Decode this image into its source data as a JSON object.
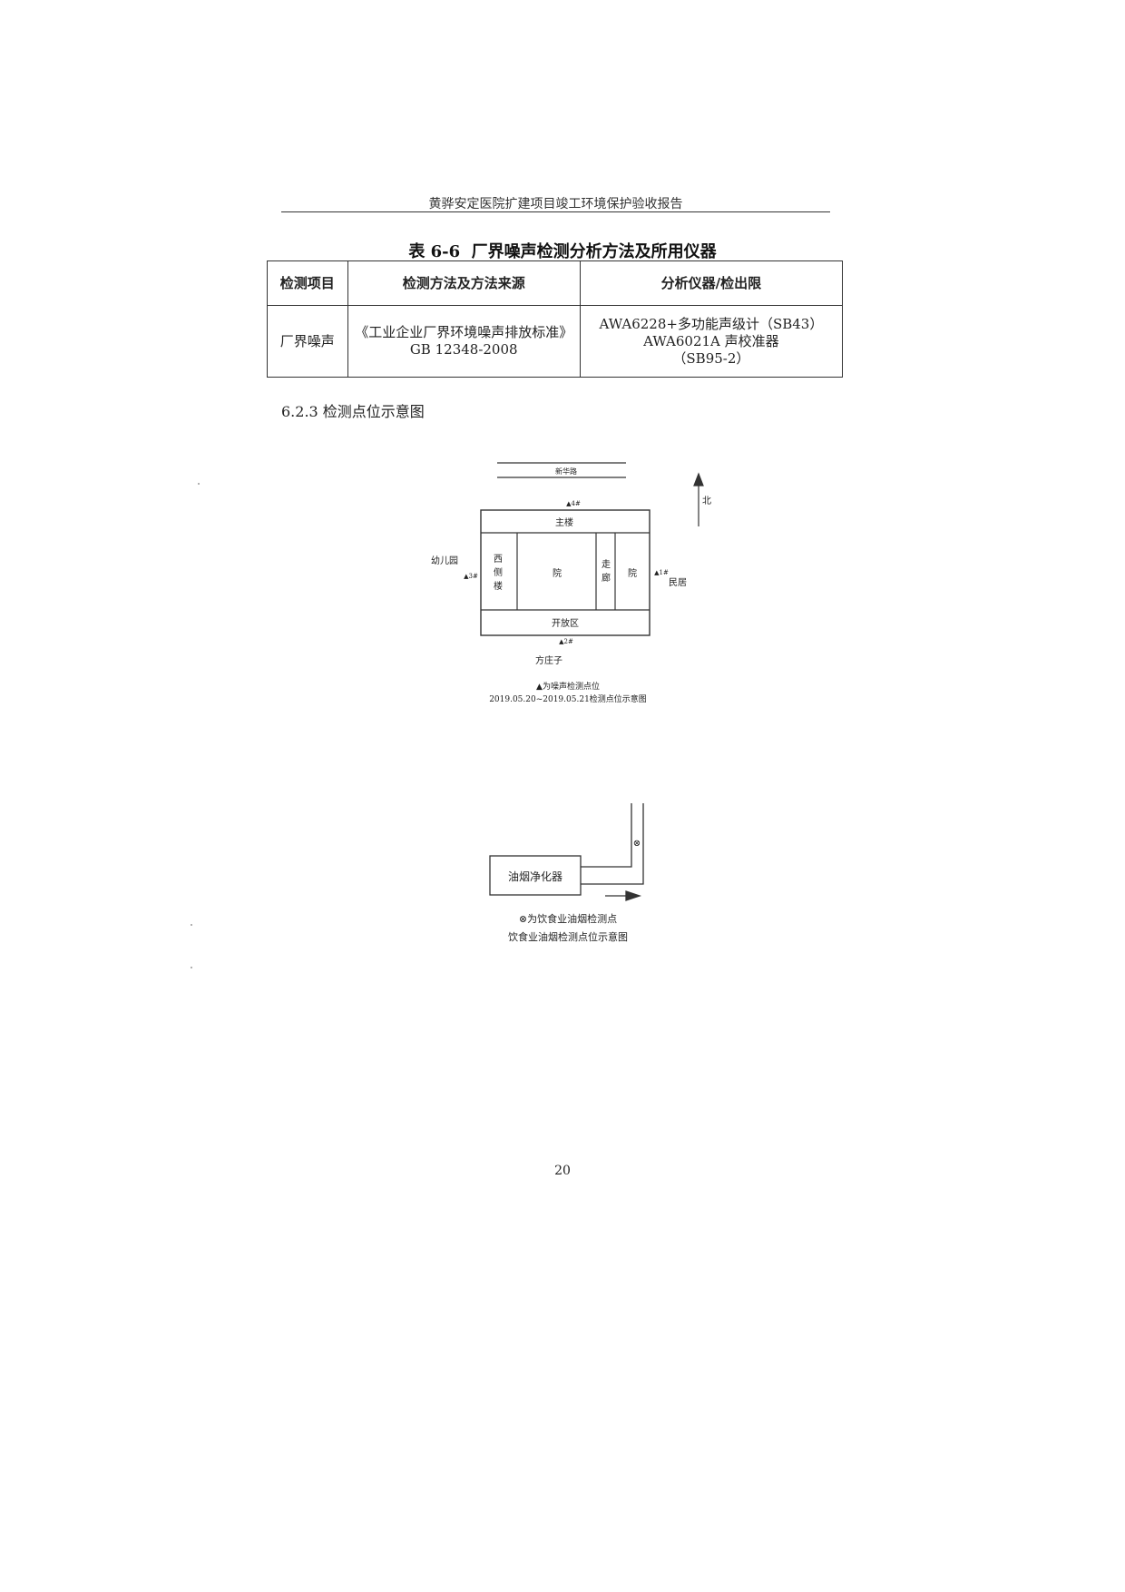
{
  "header": {
    "title": "黄骅安定医院扩建项目竣工环境保护验收报告"
  },
  "table": {
    "caption_num": "表 6-6",
    "caption_text": "厂界噪声检测分析方法及所用仪器",
    "headers": [
      "检测项目",
      "检测方法及方法来源",
      "分析仪器/检出限"
    ],
    "rows": [
      {
        "item": "厂界噪声",
        "method_line1": "《工业企业厂界环境噪声排放标准》",
        "method_line2": "GB 12348-2008",
        "instrument_line1": "AWA6228+多功能声级计（SB43）",
        "instrument_line2": "AWA6021A 声校准器",
        "instrument_line3": "（SB95-2）"
      }
    ]
  },
  "section": {
    "heading": "6.2.3 检测点位示意图"
  },
  "noise_map": {
    "road": "新华路",
    "north": "北",
    "main_building": "主楼",
    "west_building": [
      "西",
      "侧",
      "楼"
    ],
    "courtyard_1": "院",
    "corridor": [
      "走",
      "廊"
    ],
    "courtyard_2": "院",
    "open_area": "开放区",
    "kindergarten": "幼儿园",
    "residence": "民居",
    "village": "方庄子",
    "points": [
      "▲1#",
      "▲2#",
      "▲3#",
      "▲4#"
    ],
    "legend": "▲为噪声检测点位",
    "caption": "2019.05.20~2019.05.21检测点位示意图"
  },
  "fume_map": {
    "purifier": "油烟净化器",
    "sample_point_symbol": "⊗",
    "legend": "⊗为饮食业油烟检测点",
    "caption": "饮食业油烟检测点位示意图"
  },
  "footer": {
    "page_number": "20"
  }
}
